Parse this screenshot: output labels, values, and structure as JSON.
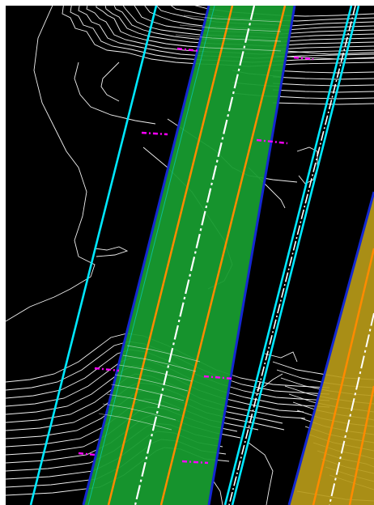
{
  "view": {
    "title": "",
    "background_color": "#000000",
    "frame_color": "#ffffff"
  },
  "colors": {
    "road_fill_primary": "#179b2f",
    "road_fill_secondary": "#b79a18",
    "road_boundary": "#1428d2",
    "lane_line": "#ff8a00",
    "centerline": "#ffffff",
    "right_of_way": "#00e8ff",
    "section_marker": "#ff00ff",
    "contour": "#ffffff"
  },
  "layers": [
    "contour-lines",
    "primary-road",
    "secondary-road",
    "right-of-way-lines",
    "section-markers"
  ]
}
